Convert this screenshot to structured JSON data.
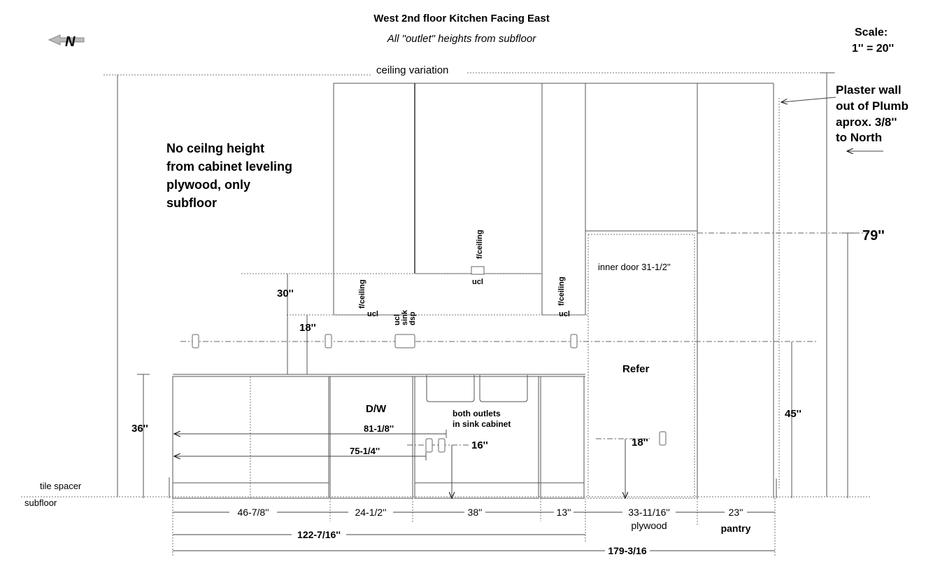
{
  "title": "West 2nd floor Kitchen Facing East",
  "subtitle": "All \"outlet\" heights from subfloor",
  "north_label": "N",
  "scale": {
    "line1": "Scale:",
    "line2": "1'' = 20''"
  },
  "ceiling_variation": "ceiling variation",
  "note_ceiling": [
    "No ceilng height",
    "from cabinet leveling",
    "plywood, only",
    "subfloor"
  ],
  "note_plaster": [
    "Plaster wall",
    "out of Plumb",
    "aprox. 3/8''",
    "to North"
  ],
  "labels": {
    "fceiling": "f/ceiling",
    "ucl": "ucl",
    "sink": "sink",
    "dsp": "dsp",
    "inner_door": "inner door 31-1/2\"",
    "refer": "Refer",
    "dw": "D/W",
    "both_outlets": [
      "both outlets",
      "in sink cabinet"
    ],
    "tile_spacer": "tile spacer",
    "subfloor": "subfloor",
    "plywood": "plywood",
    "pantry": "pantry"
  },
  "heights": {
    "h79": "79''",
    "h30": "30''",
    "h18_upper": "18''",
    "h36": "36''",
    "h45": "45''",
    "h16": "16''",
    "h18_refer": "18''",
    "d81": "81-1/8''",
    "d75": "75-1/4''"
  },
  "widths": {
    "w1": "46-7/8''",
    "w2": "24-1/2''",
    "w3": "38''",
    "w4": "13''",
    "w5": "33-11/16''",
    "w6": "23''",
    "total1": "122-7/16''",
    "total2": "179-3/16"
  }
}
